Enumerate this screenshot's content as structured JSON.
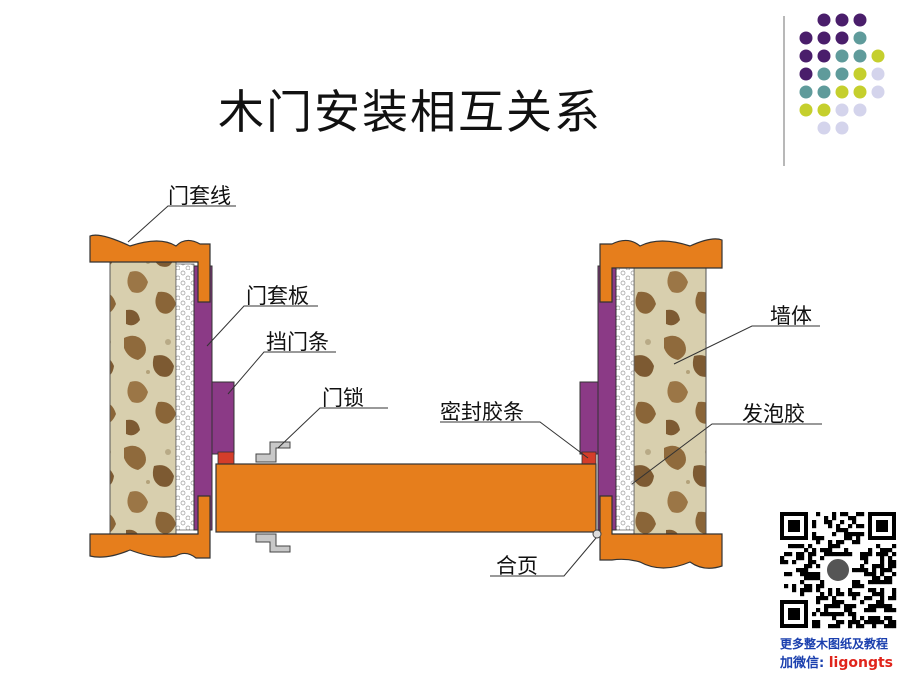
{
  "title": "木门安装相互关系",
  "labels": {
    "casing_line": "门套线",
    "jamb_board": "门套板",
    "door_stop": "挡门条",
    "door_lock": "门锁",
    "seal_strip": "密封胶条",
    "wall": "墙体",
    "foam": "发泡胶",
    "hinge": "合页"
  },
  "promo": {
    "line1": "更多整木图纸及教程",
    "line2_prefix": "加微信: ",
    "line2_id": "ligongts"
  },
  "colors": {
    "casing": "#e67e1c",
    "jamb": "#8b3a86",
    "wall_base": "#d8cfae",
    "wall_spot": "#8f6a3c",
    "foam": "#ffffff",
    "dot_purple": "#4a1e6b",
    "dot_teal": "#5f9b9b",
    "dot_lime": "#c5cf2d",
    "dot_lavender": "#d4d4ec"
  }
}
